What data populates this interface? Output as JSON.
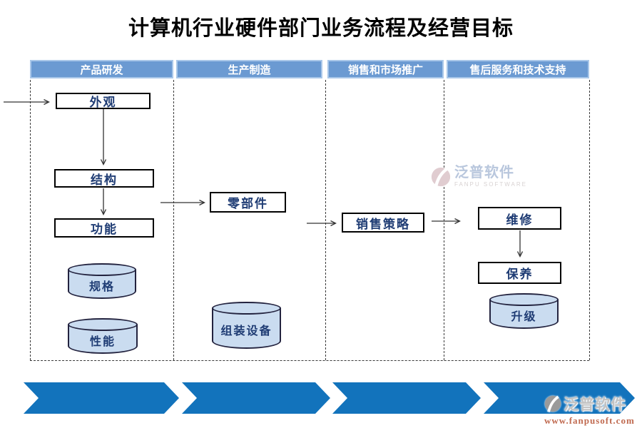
{
  "title": "计算机行业硬件部门业务流程及经营目标",
  "columns": [
    {
      "header": "产品研发"
    },
    {
      "header": "生产制造"
    },
    {
      "header": "销售和市场推广"
    },
    {
      "header": "售后服务和技术支持"
    }
  ],
  "nodes": {
    "appearance": "外观",
    "structure": "结构",
    "function": "功能",
    "parts": "零部件",
    "sales_strategy": "销售策略",
    "repair": "维修",
    "maintenance": "保养"
  },
  "cylinders": {
    "specs": "规格",
    "performance": "性能",
    "assembly_equipment": "组装设备",
    "upgrade": "升级"
  },
  "watermark": {
    "brand": "泛普软件",
    "brand_sub": "FANPU SOFTWARE",
    "url": "www.fanpusoft.com"
  },
  "colors": {
    "header_fill": "#6b9ad2",
    "header_border": "#a9c7e9",
    "chevron_blue": "#1273bc",
    "cylinder_fill": "#cadcf0",
    "node_text": "#1f3c74",
    "url_color": "#c06a50"
  }
}
